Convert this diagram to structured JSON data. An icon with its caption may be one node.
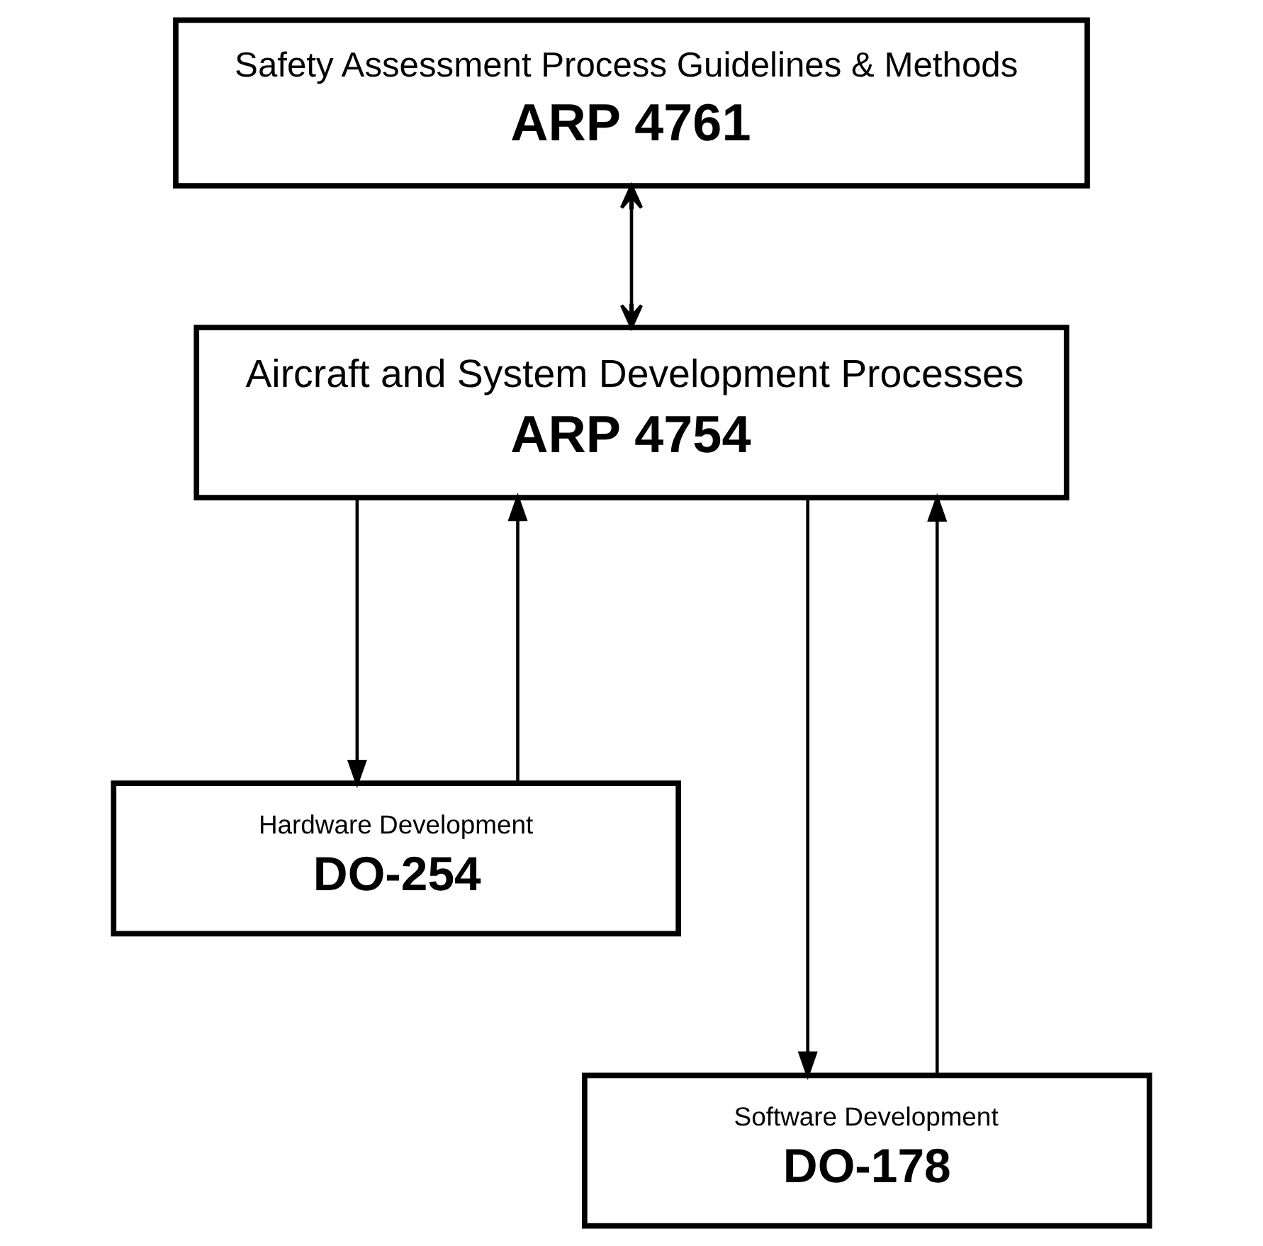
{
  "diagram": {
    "nodes": [
      {
        "text": [
          "Safety Assessment Process Guidelines & Methods",
          "ARP 4761"
        ]
      },
      {
        "text": [
          "Aircraft and System Development Processes",
          "ARP 4754"
        ]
      },
      {
        "text": [
          "Hardware Development",
          "DO-254"
        ]
      },
      {
        "text": [
          "Software Development",
          "DO-178"
        ]
      }
    ],
    "edges": [
      {
        "from": 0,
        "to": 1,
        "arrow": "both"
      },
      {
        "from": 1,
        "to": 2,
        "arrow": "to"
      },
      {
        "from": 1,
        "to": 3,
        "arrow": "to"
      },
      {
        "from": 2,
        "to": 1,
        "arrow": "to"
      },
      {
        "from": 3,
        "to": 1,
        "arrow": "to"
      }
    ]
  }
}
